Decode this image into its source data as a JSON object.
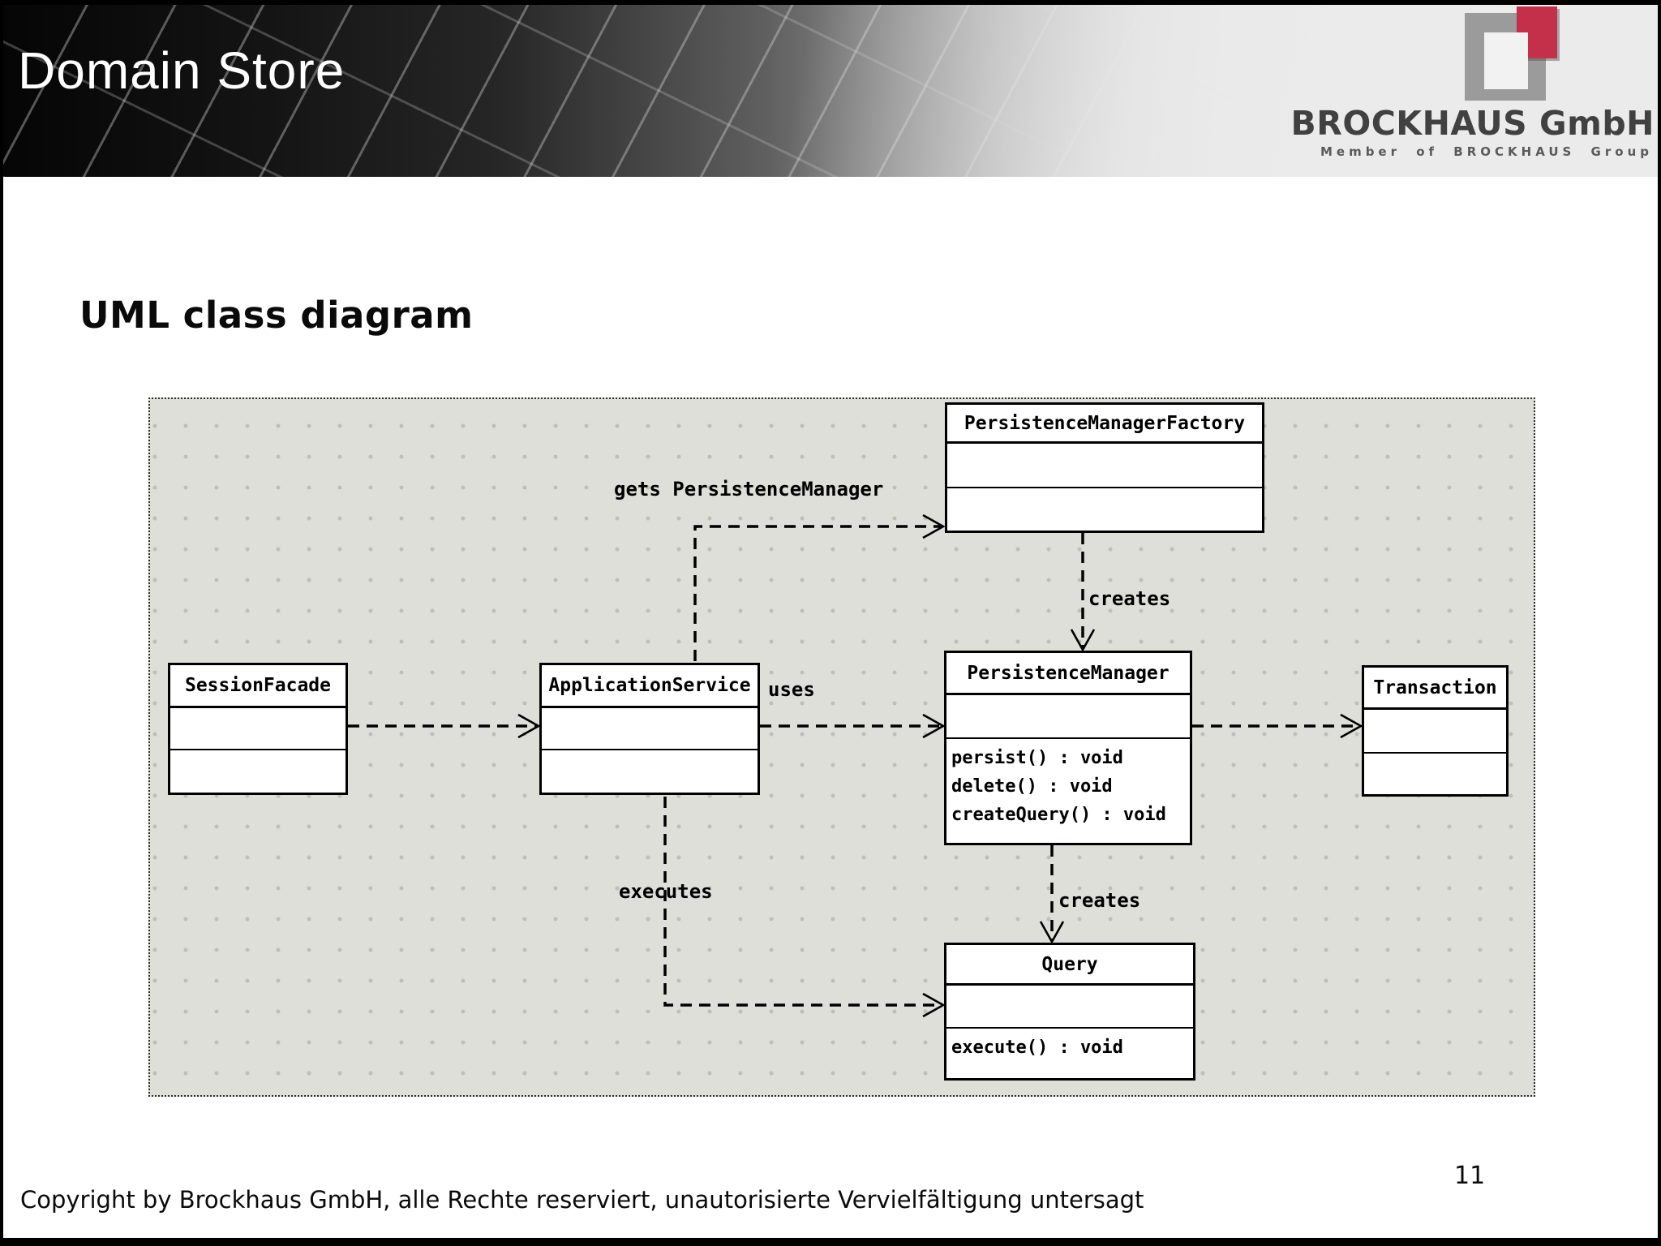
{
  "header": {
    "title": "Domain Store",
    "logo": {
      "company": "BROCKHAUS GmbH",
      "tagline": "Member of BROCKHAUS Group",
      "accent_red": "#c42f4a",
      "gray": "#9b9b9b"
    }
  },
  "slide": {
    "heading": "UML class diagram",
    "footer": "Copyright by Brockhaus GmbH, alle Rechte reserviert, unautorisierte Vervielfältigung untersagt",
    "page_number": "11"
  },
  "diagram": {
    "panel_bg": "#dedfd8",
    "classes": {
      "persistence_manager_factory": {
        "name": "PersistenceManagerFactory",
        "operations": []
      },
      "session_facade": {
        "name": "SessionFacade",
        "operations": []
      },
      "application_service": {
        "name": "ApplicationService",
        "operations": []
      },
      "persistence_manager": {
        "name": "PersistenceManager",
        "operations": [
          "persist() : void",
          "delete() : void",
          "createQuery() : void"
        ]
      },
      "transaction": {
        "name": "Transaction",
        "operations": []
      },
      "query": {
        "name": "Query",
        "operations": [
          "execute() : void"
        ]
      }
    },
    "labels": {
      "gets_persistence_manager": "gets PersistenceManager",
      "uses": "uses",
      "creates": "creates",
      "executes": "executes"
    },
    "relations": [
      "SessionFacade -> ApplicationService (dashed dependency)",
      "ApplicationService -> PersistenceManagerFactory : gets PersistenceManager",
      "ApplicationService -> PersistenceManager : uses",
      "PersistenceManagerFactory -> PersistenceManager : creates",
      "PersistenceManager -> Transaction (dashed dependency)",
      "PersistenceManager -> Query : creates",
      "ApplicationService -> Query : executes"
    ]
  }
}
